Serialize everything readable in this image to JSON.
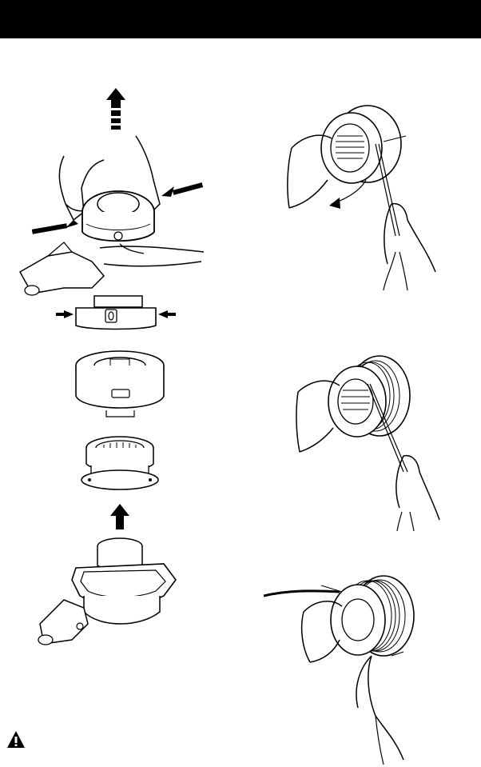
{
  "header": {
    "color": "#000000",
    "text": ""
  },
  "figures": [
    {
      "name": "spool-removal-squeeze-tabs",
      "caption": ""
    },
    {
      "name": "spool-cover-side-view",
      "caption": ""
    },
    {
      "name": "spool-cover-exploded",
      "caption": ""
    },
    {
      "name": "inner-spool-reel",
      "caption": ""
    },
    {
      "name": "trimmer-head-hub",
      "caption": ""
    },
    {
      "name": "insert-line-into-spool",
      "caption": ""
    },
    {
      "name": "wind-line-onto-spool",
      "caption": ""
    },
    {
      "name": "secure-line-ends-in-slots",
      "caption": ""
    }
  ],
  "icons": {
    "warning": "warning-triangle-icon",
    "arrow": "arrow-icon"
  }
}
